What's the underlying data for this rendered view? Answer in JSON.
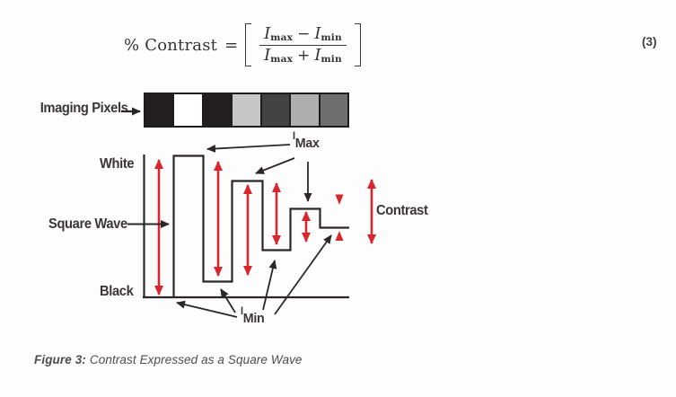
{
  "equation": {
    "lhs": "% Contrast",
    "equals": "=",
    "i": "I",
    "sub_max": "max",
    "sub_min": "min",
    "minus": "−",
    "plus": "+",
    "number": "(3)"
  },
  "pixel_strip": {
    "label": "Imaging Pixels",
    "cells": [
      "#231f20",
      "#ffffff",
      "#231f20",
      "#c6c6c6",
      "#434343",
      "#aeaeae",
      "#6e6e6e"
    ]
  },
  "diagram": {
    "white_label": "White",
    "black_label": "Black",
    "square_wave_label": "Square Wave",
    "contrast_label": "Contrast",
    "imax": {
      "base": "I",
      "sub": "Max"
    },
    "imin": {
      "base": "I",
      "sub": "Min"
    }
  },
  "caption": {
    "prefix": "Figure 3:",
    "text": "Contrast Expressed as a Square Wave"
  },
  "colors": {
    "arrow_red": "#d8262d",
    "line_black": "#2b2728",
    "label_color": "#3a3637"
  }
}
